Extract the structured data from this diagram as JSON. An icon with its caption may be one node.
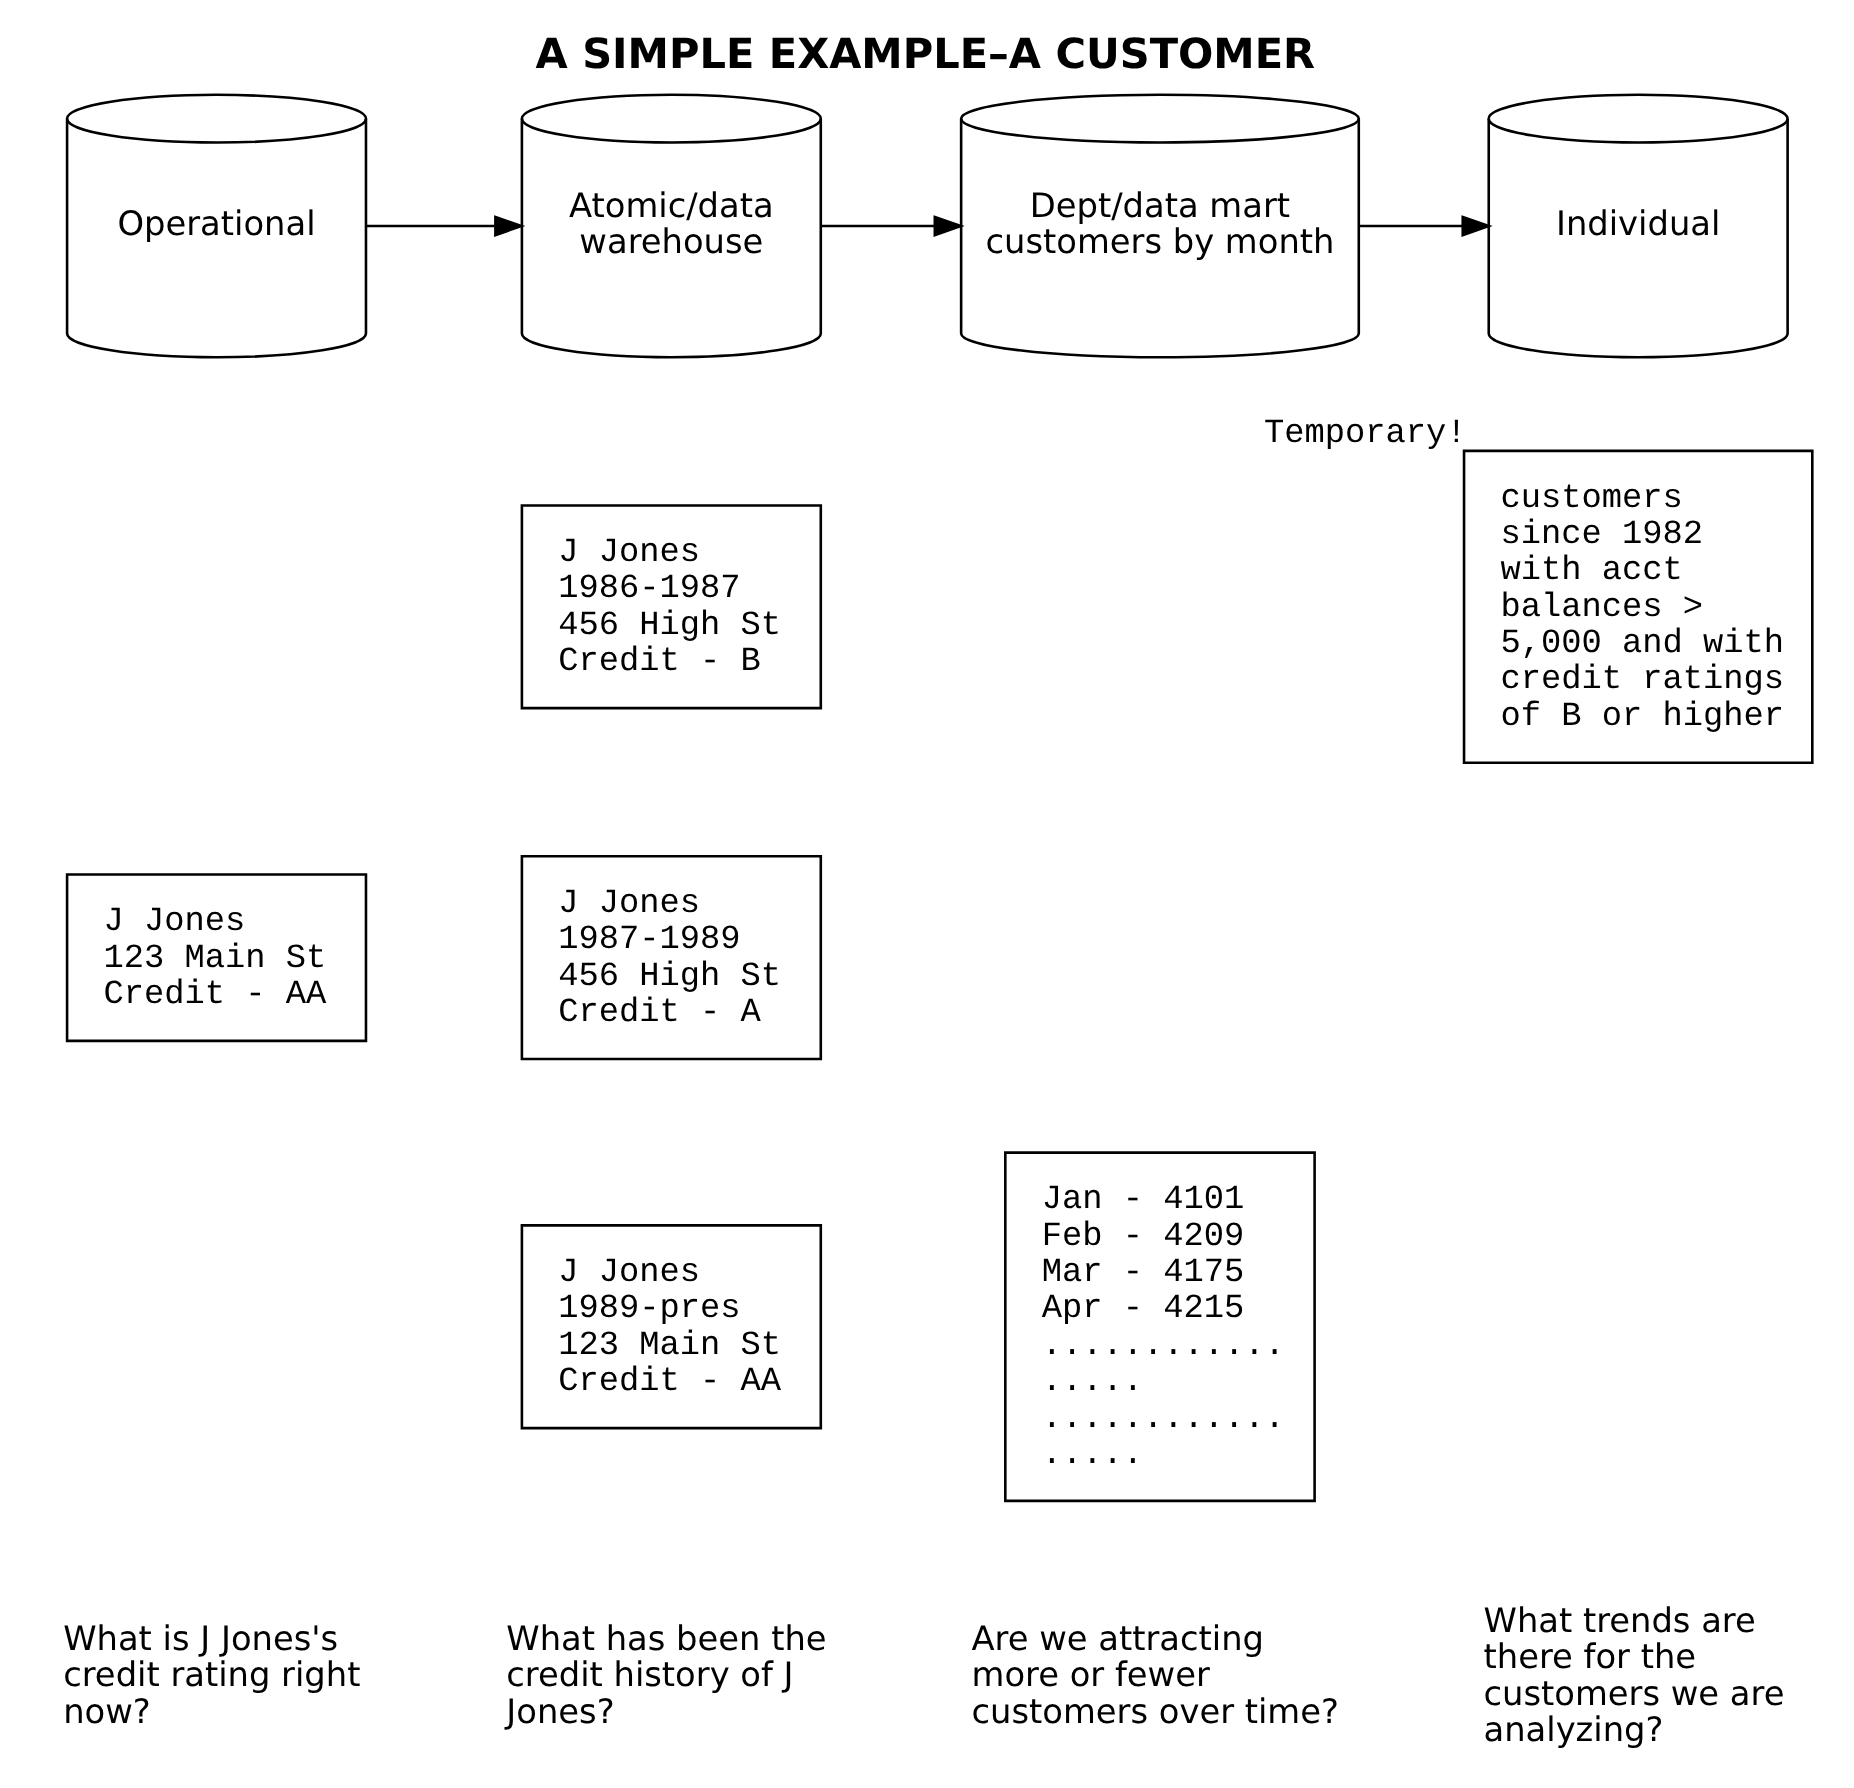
{
  "diagram": {
    "title": "A SIMPLE EXAMPLE–A CUSTOMER",
    "nodes": [
      {
        "text": [
          "Operational"
        ]
      },
      {
        "text": [
          "Atomic/data warehouse"
        ]
      },
      {
        "text": [
          "Dept/data mart customers by month"
        ]
      },
      {
        "text": [
          "Individual"
        ]
      },
      {
        "text": [
          "J Jones",
          "123 Main St",
          "Credit - AA"
        ]
      },
      {
        "text": [
          "J Jones",
          "1986-1987",
          "456 High St",
          "Credit - B"
        ]
      },
      {
        "text": [
          "J Jones",
          "1987-1989",
          "456 High St",
          "Credit - A"
        ]
      },
      {
        "text": [
          "J Jones",
          "1989-pres",
          "123 Main St",
          "Credit - AA"
        ]
      },
      {
        "text": [
          "Jan - 4101",
          "Feb - 4209",
          "Mar - 4175",
          "Apr - 4215",
          "............",
          ".....",
          "............",
          "....."
        ]
      },
      {
        "text": [
          "customers since 1982 with acct balances > 5,000 and with credit ratings of B or higher"
        ],
        "beside": [
          "Temporary!"
        ]
      }
    ],
    "edges": [
      {
        "from": 0,
        "to": 1,
        "arrow": "to"
      },
      {
        "from": 1,
        "to": 2,
        "arrow": "to"
      },
      {
        "from": 2,
        "to": 3,
        "arrow": "to"
      }
    ],
    "labels": [
      "What is J Jones's credit rating right now?",
      "What has been the credit history of J Jones?",
      "Are we attracting more or fewer customers over time?",
      "What trends are there for the customers we are analyzing?"
    ]
  }
}
